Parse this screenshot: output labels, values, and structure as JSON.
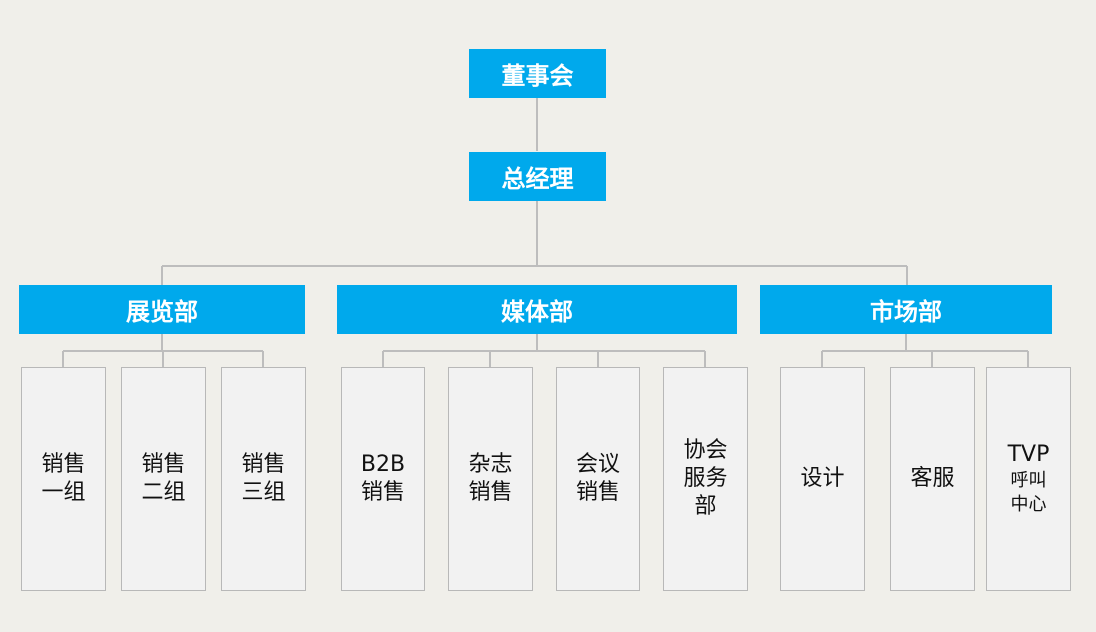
{
  "colors": {
    "background": "#f0efea",
    "node_fill": "#00a9ec",
    "team_fill": "#f2f2f2",
    "line": "#bdbdbd"
  },
  "board": {
    "label": "董事会"
  },
  "gm": {
    "label": "总经理"
  },
  "departments": [
    {
      "label": "展览部",
      "teams": [
        [
          "销售",
          "一组"
        ],
        [
          "销售",
          "二组"
        ],
        [
          "销售",
          "三组"
        ]
      ]
    },
    {
      "label": "媒体部",
      "teams": [
        [
          "B2B",
          "销售"
        ],
        [
          "杂志",
          "销售"
        ],
        [
          "会议",
          "销售"
        ],
        [
          "协会",
          "服务",
          "部"
        ]
      ]
    },
    {
      "label": "市场部",
      "teams": [
        [
          "设计"
        ],
        [
          "客服"
        ],
        [
          "TVP",
          "呼叫",
          "中心"
        ]
      ]
    }
  ]
}
